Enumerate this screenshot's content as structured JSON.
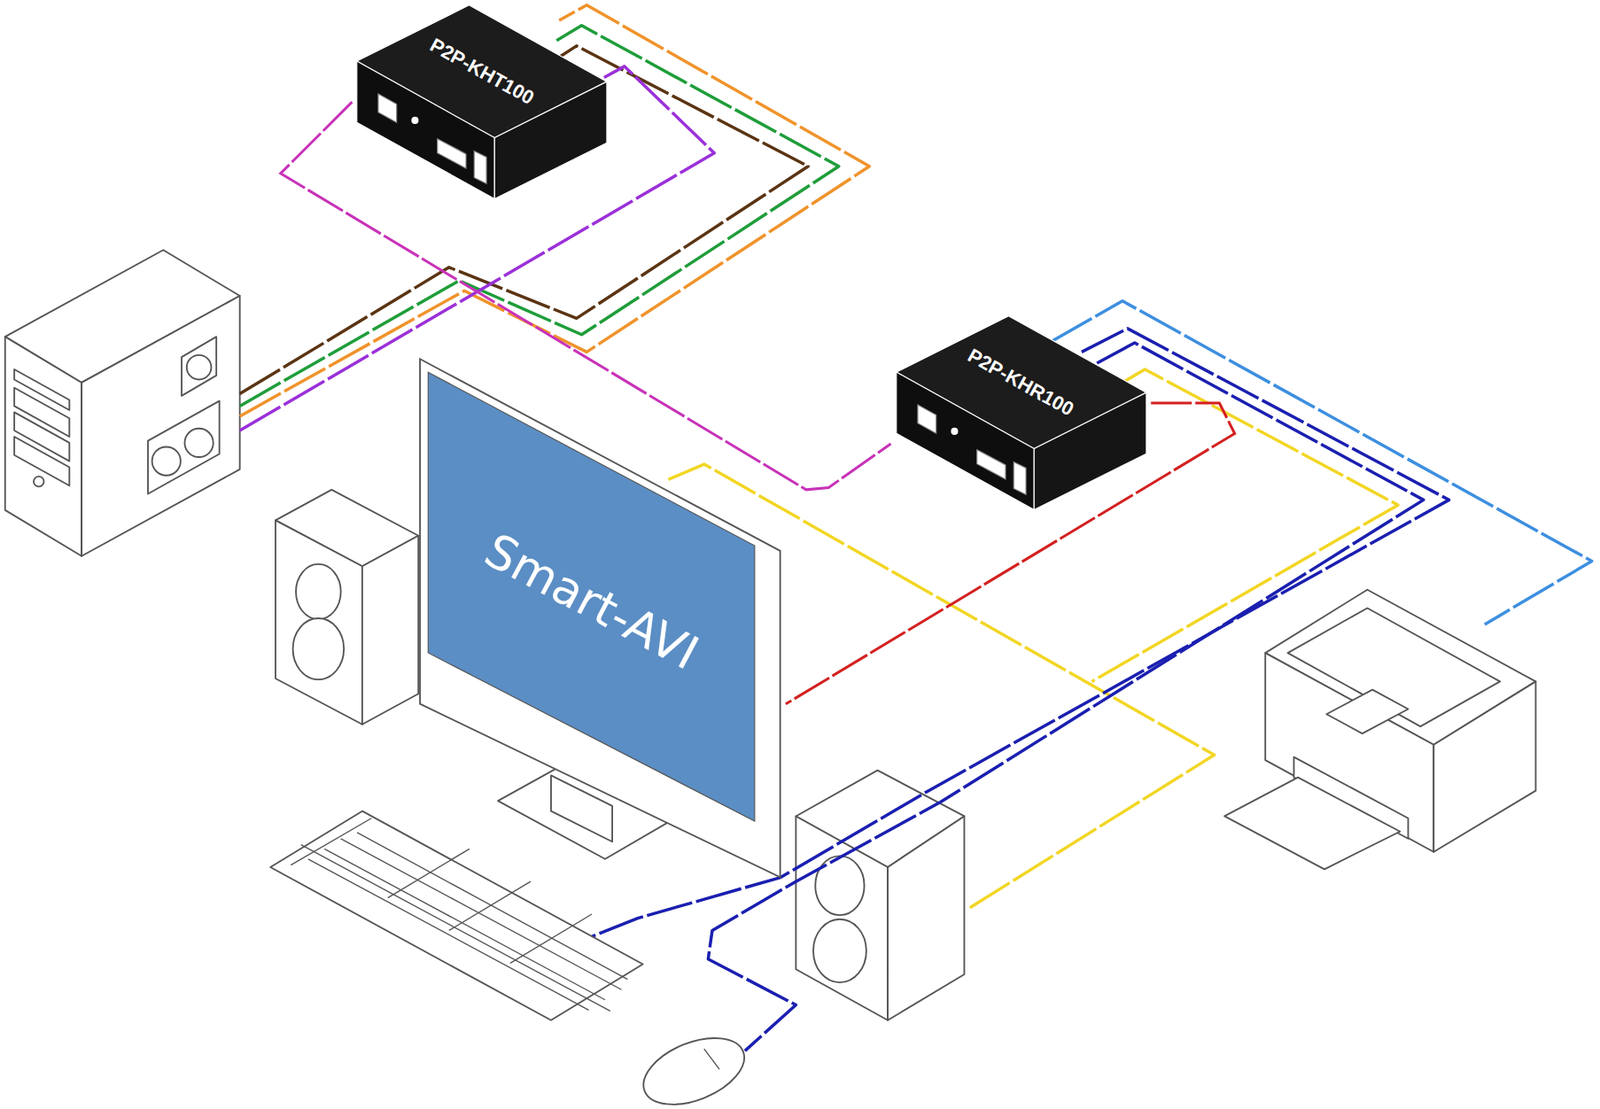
{
  "diagram": {
    "nodes": [
      {
        "text": [
          "P2P-KHT100"
        ]
      },
      {
        "text": [
          "P2P-KHR100"
        ]
      },
      {
        "text": [
          "Smart-AVI"
        ]
      }
    ],
    "edges": [
      {
        "from": 0,
        "to": 1,
        "arrow": "none"
      },
      {
        "from": 1,
        "to": 2,
        "arrow": "none"
      }
    ]
  }
}
